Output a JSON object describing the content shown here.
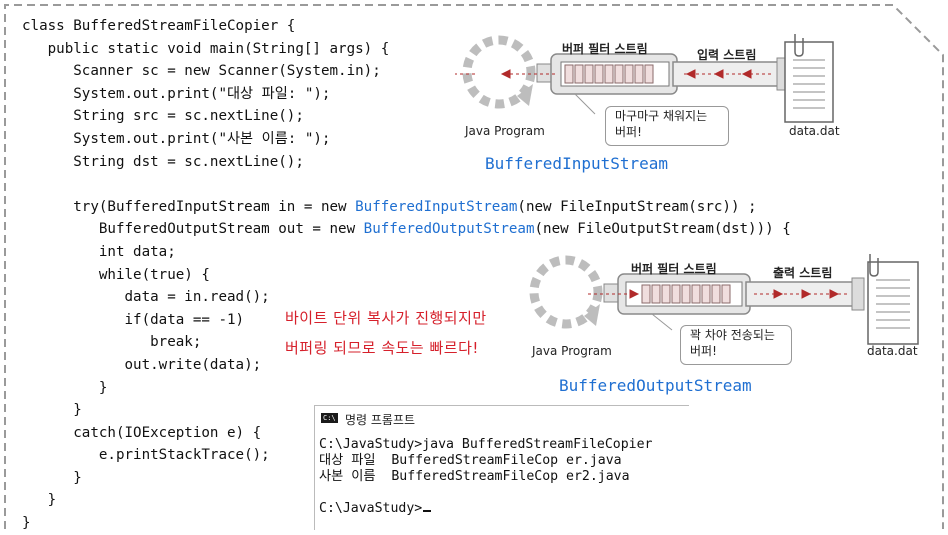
{
  "code_lines": [
    {
      "t": "class BufferedStreamFileCopier {"
    },
    {
      "t": "   public static void main(String[] args) {"
    },
    {
      "t": "      Scanner sc = new Scanner(System.in);"
    },
    {
      "t": "      System.out.print(\"대상 파일: \");"
    },
    {
      "t": "      String src = sc.nextLine();"
    },
    {
      "t": "      System.out.print(\"사본 이름: \");"
    },
    {
      "t": "      String dst = sc.nextLine();"
    },
    {
      "t": ""
    },
    {
      "a": "      try(BufferedInputStream in = new ",
      "b": "BufferedInputStream",
      "c": "(new FileInputStream(src)) ;"
    },
    {
      "a": "         BufferedOutputStream out = new ",
      "b": "BufferedOutputStream",
      "c": "(new FileOutputStream(dst))) {"
    },
    {
      "t": "         int data;"
    },
    {
      "t": "         while(true) {"
    },
    {
      "t": "            data = in.read();"
    },
    {
      "t": "            if(data == -1)"
    },
    {
      "t": "               break;"
    },
    {
      "t": "            out.write(data);"
    },
    {
      "t": "         }"
    },
    {
      "t": "      }"
    },
    {
      "t": "      catch(IOException e) {"
    },
    {
      "t": "         e.printStackTrace();"
    },
    {
      "t": "      }"
    },
    {
      "t": "   }"
    },
    {
      "t": "}"
    }
  ],
  "note": {
    "line1": "바이트 단위 복사가 진행되지만",
    "line2": "버퍼링 되므로 속도는 빠르다!"
  },
  "input_diagram": {
    "title": "BufferedInputStream",
    "buffer_label": "버퍼 필터 스트림",
    "stream_label": "입력 스트림",
    "program_label": "Java Program",
    "file_label": "data.dat",
    "callout_line1": "마구마구 채워지는",
    "callout_line2": "버퍼!"
  },
  "output_diagram": {
    "title": "BufferedOutputStream",
    "buffer_label": "버퍼 필터 스트림",
    "stream_label": "출력 스트림",
    "program_label": "Java Program",
    "file_label": "data.dat",
    "callout_line1": "꽉 차야 전송되는",
    "callout_line2": "버퍼!"
  },
  "console": {
    "icon": "C:\\",
    "title": "명령 프롬프트",
    "lines": [
      "C:\\JavaStudy>java BufferedStreamFileCopier",
      "대상 파일  BufferedStreamFileCop er.java",
      "사본 이름  BufferedStreamFileCop er2.java"
    ],
    "prompt": "C:\\JavaStudy>"
  },
  "colors": {
    "code_highlight": "#1f6fd1",
    "note": "#d6202b",
    "frame": "#9a9a9a",
    "arrow": "#b12a2a"
  }
}
